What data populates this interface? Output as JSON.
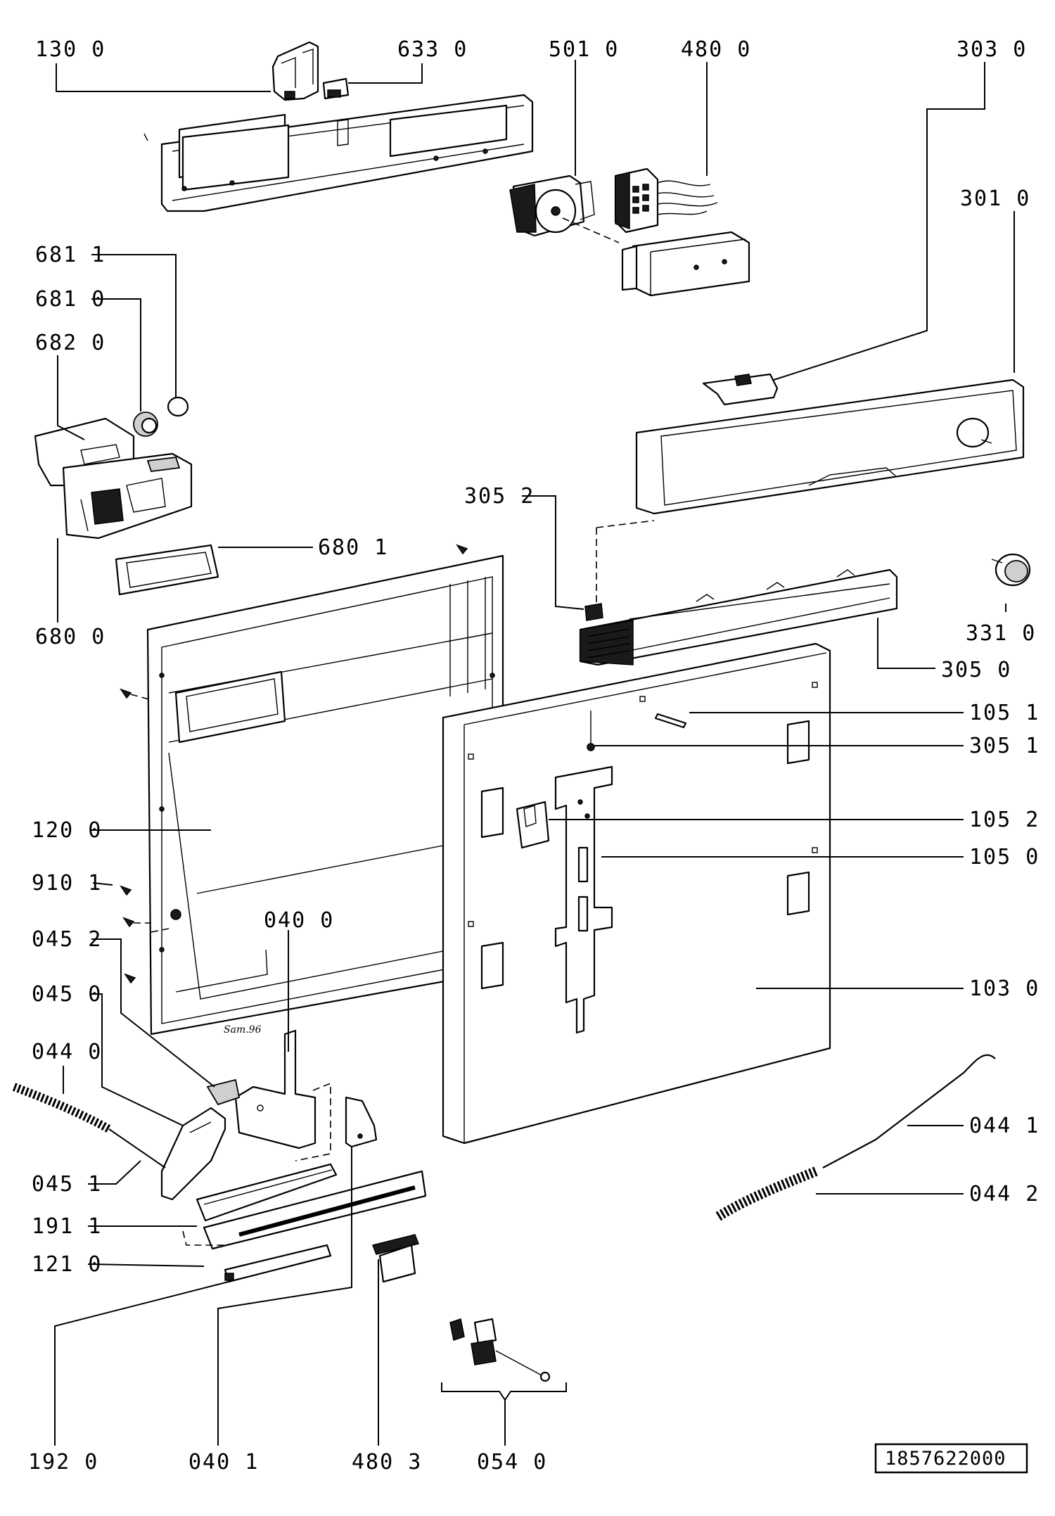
{
  "reference_number": "1857622000",
  "signature_text": "Sam.96",
  "labels": {
    "p130_0": "130 0",
    "p633_0": "633 0",
    "p501_0": "501 0",
    "p480_0": "480 0",
    "p303_0": "303 0",
    "p301_0": "301 0",
    "p681_1": "681 1",
    "p681_0": "681 0",
    "p682_0": "682 0",
    "p305_2": "305 2",
    "p680_1": "680 1",
    "p331_0": "331 0",
    "p680_0": "680 0",
    "p305_0": "305 0",
    "p105_1": "105 1",
    "p305_1": "305 1",
    "p120_0": "120 0",
    "p105_2": "105 2",
    "p105_0": "105 0",
    "p910_1": "910 1",
    "p040_0": "040 0",
    "p045_2": "045 2",
    "p045_0": "045 0",
    "p103_0": "103 0",
    "p044_0": "044 0",
    "p044_1": "044 1",
    "p045_1": "045 1",
    "p044_2": "044 2",
    "p191_1": "191 1",
    "p121_0": "121 0",
    "p192_0": "192 0",
    "p040_1": "040 1",
    "p480_3": "480 3",
    "p054_0": "054 0"
  }
}
